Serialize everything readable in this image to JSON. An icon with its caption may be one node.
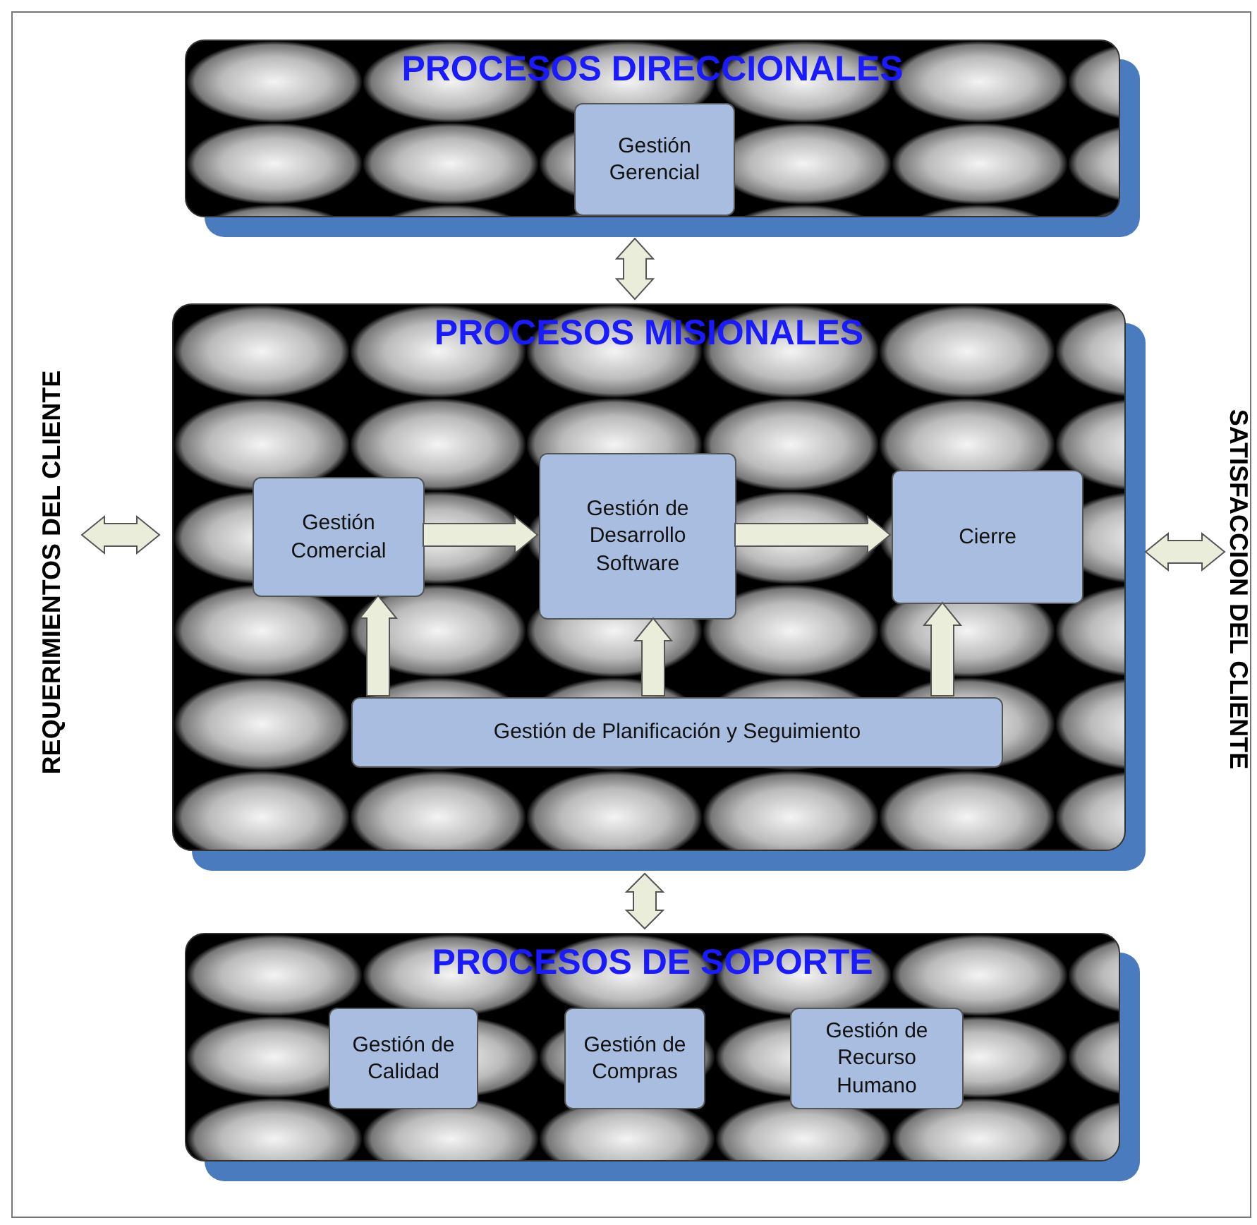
{
  "diagram": {
    "nodes": [
      {
        "text": [
          "PROCESOS DIRECCIONALES"
        ]
      },
      {
        "text": [
          "Gestión Gerencial"
        ],
        "in": 0
      },
      {
        "text": [
          "PROCESOS MISIONALES"
        ]
      },
      {
        "text": [
          "Gestión Comercial"
        ],
        "in": 2
      },
      {
        "text": [
          "Gestión de Desarrollo Software"
        ],
        "in": 2
      },
      {
        "text": [
          "Cierre"
        ],
        "in": 2
      },
      {
        "text": [
          "Gestión de Planificación y Seguimiento"
        ],
        "in": 2
      },
      {
        "text": [
          "PROCESOS DE SOPORTE"
        ]
      },
      {
        "text": [
          "Gestión de Calidad"
        ],
        "in": 7
      },
      {
        "text": [
          "Gestión de Compras"
        ],
        "in": 7
      },
      {
        "text": [
          "Gestión de Recurso Humano"
        ],
        "in": 7
      },
      {
        "text": [
          "REQUERIMIENTOS DEL CLIENTE"
        ]
      },
      {
        "text": [
          "SATISFACCION DEL CLIENTE"
        ]
      }
    ],
    "edges": [
      {
        "from": 0,
        "to": 2,
        "arrow": "both"
      },
      {
        "from": 2,
        "to": 7,
        "arrow": "both"
      },
      {
        "from": 11,
        "to": 2,
        "arrow": "both"
      },
      {
        "from": 2,
        "to": 12,
        "arrow": "both"
      },
      {
        "from": 3,
        "to": 4,
        "arrow": "to"
      },
      {
        "from": 4,
        "to": 5,
        "arrow": "to"
      },
      {
        "from": 6,
        "to": 3,
        "arrow": "to"
      },
      {
        "from": 6,
        "to": 4,
        "arrow": "to"
      },
      {
        "from": 6,
        "to": 5,
        "arrow": "to"
      }
    ]
  }
}
